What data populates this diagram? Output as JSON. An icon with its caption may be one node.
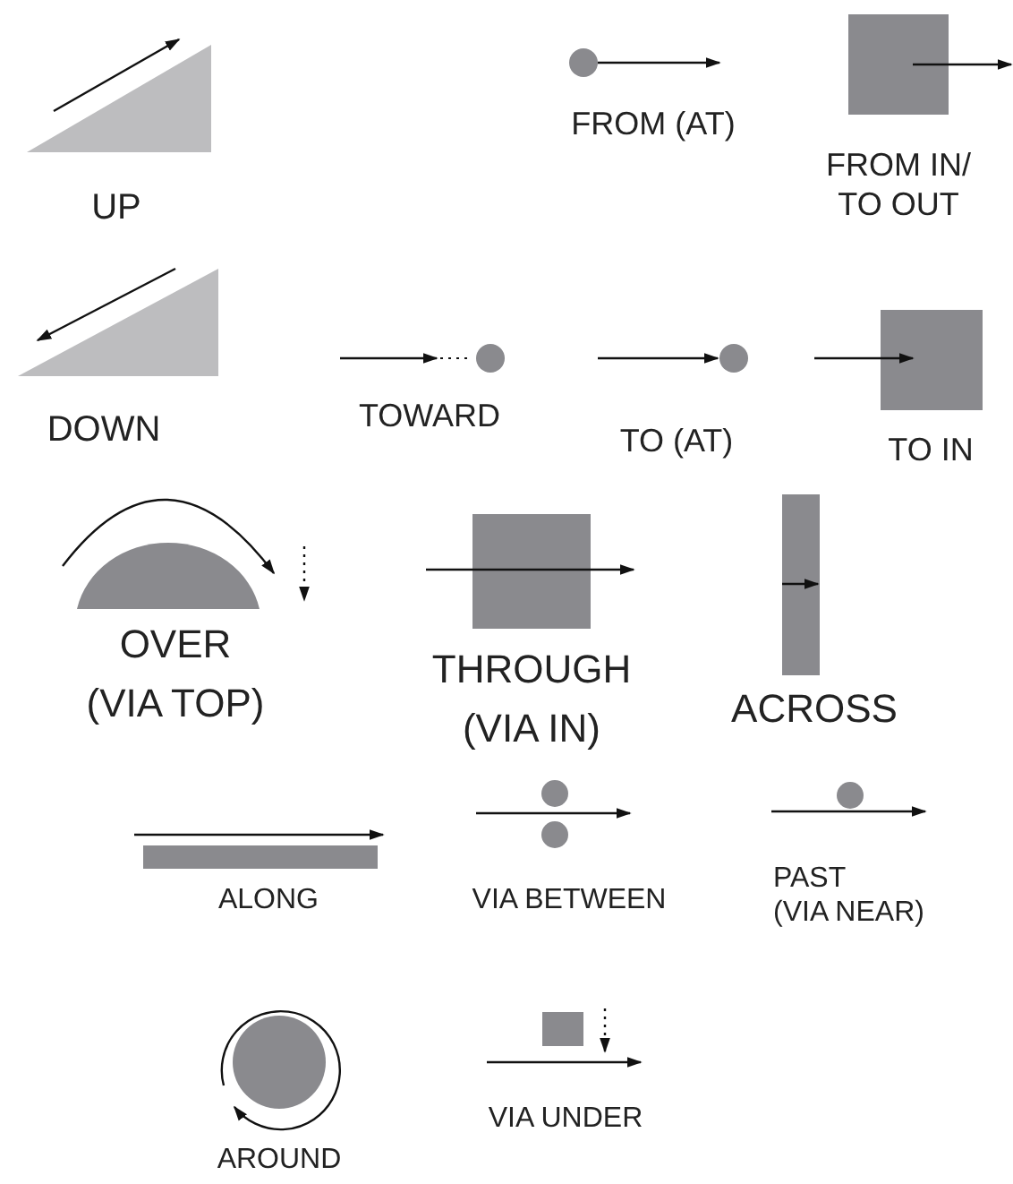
{
  "diagram": {
    "labels": [
      "UP",
      "FROM (AT)",
      "FROM IN/ TO OUT",
      "DOWN",
      "TOWARD",
      "TO (AT)",
      "TO IN",
      "OVER (VIA TOP)",
      "THROUGH (VIA IN)",
      "ACROSS",
      "ALONG",
      "VIA BETWEEN",
      "PAST (VIA NEAR)",
      "AROUND",
      "VIA UNDER"
    ]
  }
}
